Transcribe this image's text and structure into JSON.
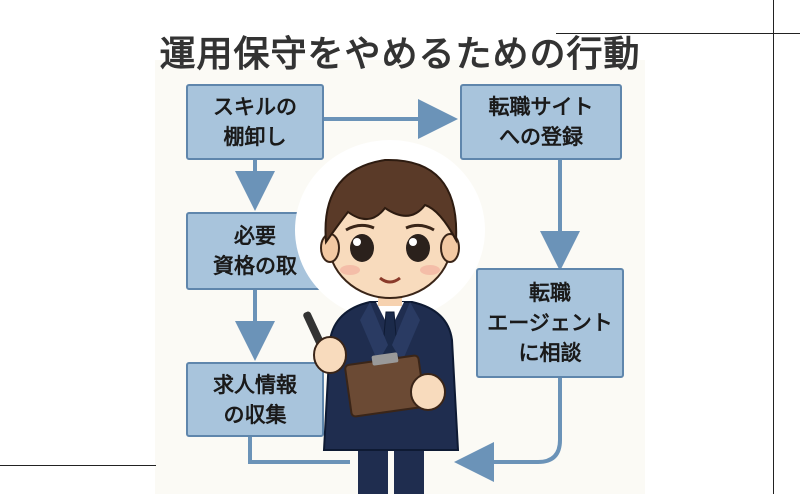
{
  "title": "運用保守をやめるための行動",
  "steps": [
    {
      "label": "スキルの\n棚卸し"
    },
    {
      "label": "必要\n資格の取"
    },
    {
      "label": "求人情報\nの収集"
    },
    {
      "label": "転職サイト\nへの登録"
    },
    {
      "label": "転職\nエージェント\nに相談"
    }
  ],
  "colors": {
    "box_fill": "#a8c4dc",
    "box_border": "#5f86ac",
    "arrow": "#6b93b8",
    "background": "#fbfaf5",
    "suit": "#1f2d4f",
    "hair": "#5a3a28"
  },
  "icons": [
    "businessman-icon",
    "clipboard-icon",
    "pen-icon"
  ]
}
